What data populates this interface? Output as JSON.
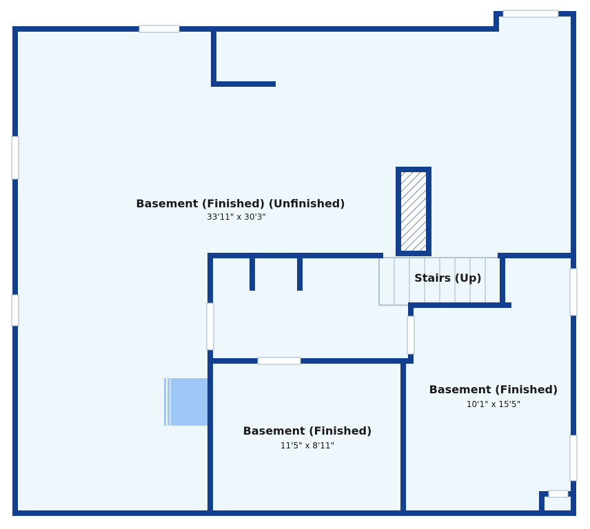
{
  "colors": {
    "wall": "#123f8f",
    "floor": "#eef7fc",
    "window": "#ffffff",
    "stair_line": "#9fb3c2",
    "fixture": "#9ec6f7"
  },
  "rooms": [
    {
      "name": "Basement (Finished) (Unfinished)",
      "dims": "33'11\" x 30'3\""
    },
    {
      "name": "Stairs (Up)",
      "dims": ""
    },
    {
      "name": "Basement (Finished)",
      "dims": "10'1\" x 15'5\""
    },
    {
      "name": "Basement (Finished)",
      "dims": "11'5\" x 8'11\""
    }
  ]
}
